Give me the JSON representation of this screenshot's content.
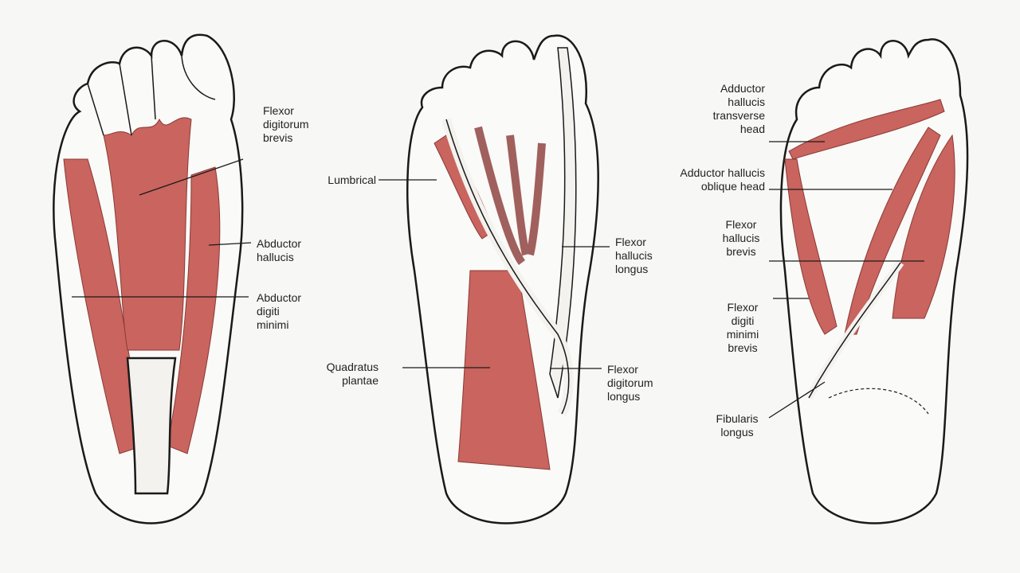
{
  "colors": {
    "muscle": "#c9645e",
    "muscle_dark": "#8a3a36",
    "outline": "#1a1a1a",
    "tendon": "#f4f2ee"
  },
  "panels": [
    {
      "name": "superficial-layer",
      "labels": [
        {
          "lines": [
            "Flexor",
            "digitorum",
            "brevis"
          ]
        },
        {
          "lines": [
            "Abductor",
            "hallucis"
          ]
        },
        {
          "lines": [
            "Abductor",
            "digiti",
            "minimi"
          ]
        }
      ]
    },
    {
      "name": "second-layer",
      "labels": [
        {
          "lines": [
            "Lumbrical"
          ]
        },
        {
          "lines": [
            "Flexor",
            "hallucis",
            "longus"
          ]
        },
        {
          "lines": [
            "Quadratus",
            "plantae"
          ]
        },
        {
          "lines": [
            "Flexor",
            "digitorum",
            "longus"
          ]
        }
      ]
    },
    {
      "name": "third-layer",
      "labels": [
        {
          "lines": [
            "Adductor",
            "hallucis",
            "transverse",
            "head"
          ]
        },
        {
          "lines": [
            "Adductor hallucis",
            "oblique head"
          ]
        },
        {
          "lines": [
            "Flexor",
            "hallucis",
            "brevis"
          ]
        },
        {
          "lines": [
            "Flexor",
            "digiti",
            "minimi",
            "brevis"
          ]
        },
        {
          "lines": [
            "Fibularis",
            "longus"
          ]
        }
      ]
    }
  ]
}
